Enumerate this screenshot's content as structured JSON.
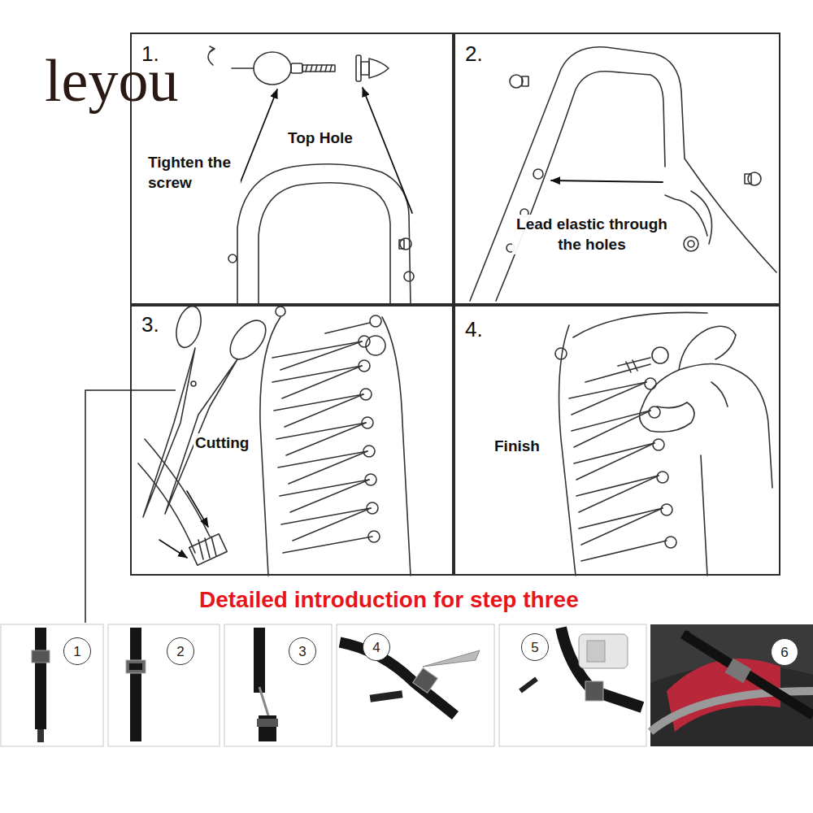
{
  "diagram": {
    "title": "Detailed introduction for step three",
    "nodes": [
      {
        "text": [
          "1.",
          "Tighten the screw",
          "Top Hole"
        ]
      },
      {
        "text": [
          "2.",
          "Lead elastic through the holes"
        ]
      },
      {
        "text": [
          "3.",
          "Cutting"
        ]
      },
      {
        "text": [
          "4.",
          "Finish"
        ]
      },
      {
        "text": [
          "1"
        ]
      },
      {
        "text": [
          "2"
        ]
      },
      {
        "text": [
          "3"
        ]
      },
      {
        "text": [
          "4"
        ]
      },
      {
        "text": [
          "5"
        ]
      },
      {
        "text": [
          "6"
        ]
      }
    ],
    "labels": [
      "leyou"
    ]
  }
}
